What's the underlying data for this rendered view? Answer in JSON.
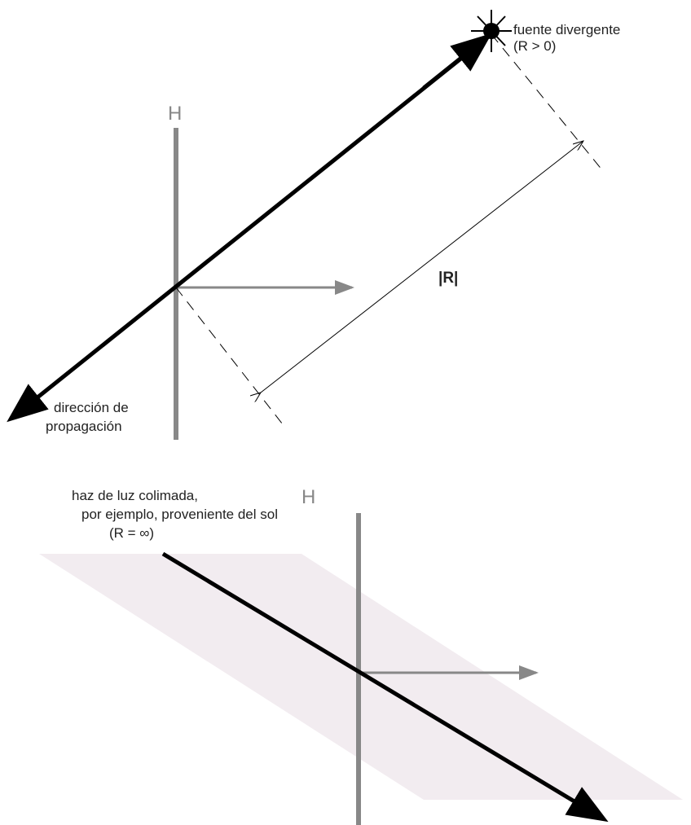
{
  "top": {
    "h_label": "H",
    "source_label_1": "fuente divergente",
    "source_label_2": "(R > 0)",
    "r_label": "|R|",
    "direction_label_1": "dirección de",
    "direction_label_2": "propagación"
  },
  "bottom": {
    "h_label": "H",
    "beam_label_1": "haz de luz colimada,",
    "beam_label_2": "por ejemplo, proveniente del sol",
    "beam_label_3": "(R = ∞)"
  },
  "colors": {
    "ray": "#000000",
    "hologram_line": "#888888",
    "normal_arrow": "#888888",
    "beam_band": "#f2ecf0",
    "dashed": "#000000"
  },
  "icons": [
    "point-source-icon"
  ]
}
